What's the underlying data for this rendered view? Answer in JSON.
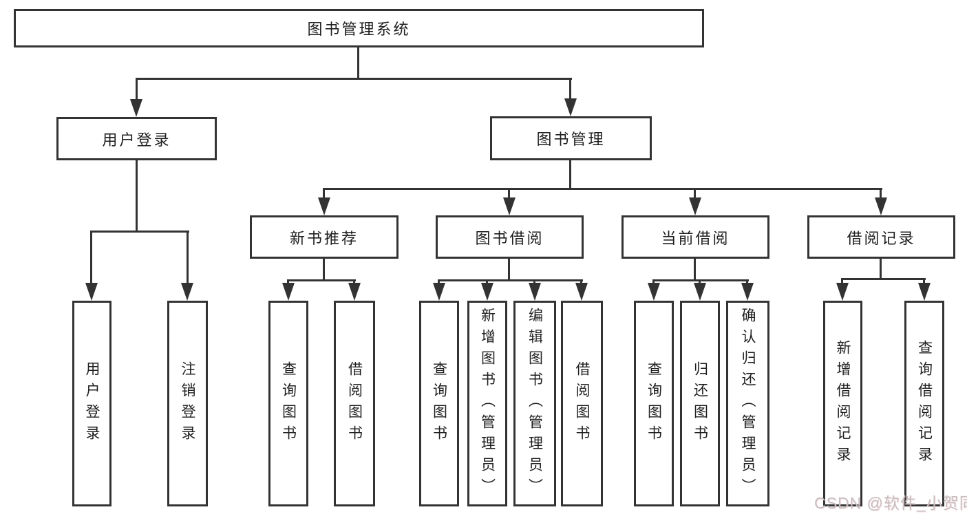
{
  "tree": {
    "label": "图书管理系统",
    "children": [
      {
        "label": "用户登录",
        "children": [
          {
            "label": "用户登录"
          },
          {
            "label": "注销登录"
          }
        ]
      },
      {
        "label": "图书管理",
        "children": [
          {
            "label": "新书推荐",
            "children": [
              {
                "label": "查询图书"
              },
              {
                "label": "借阅图书"
              }
            ]
          },
          {
            "label": "图书借阅",
            "children": [
              {
                "label": "查询图书"
              },
              {
                "label": "新增图书（管理员）"
              },
              {
                "label": "编辑图书（管理员）"
              },
              {
                "label": "借阅图书"
              }
            ]
          },
          {
            "label": "当前借阅",
            "children": [
              {
                "label": "查询图书"
              },
              {
                "label": "归还图书"
              },
              {
                "label": "确认归还（管理员）"
              }
            ]
          },
          {
            "label": "借阅记录",
            "children": [
              {
                "label": "新增借阅记录"
              },
              {
                "label": "查询借阅记录"
              }
            ]
          }
        ]
      }
    ]
  },
  "watermark": {
    "text": "CSDN @软件_小贺同学"
  },
  "colors": {
    "line": "#333333",
    "box_background": "#ffffff",
    "text": "#1f1f1f",
    "watermark": "#c6bfc1",
    "background": "#ffffff"
  }
}
